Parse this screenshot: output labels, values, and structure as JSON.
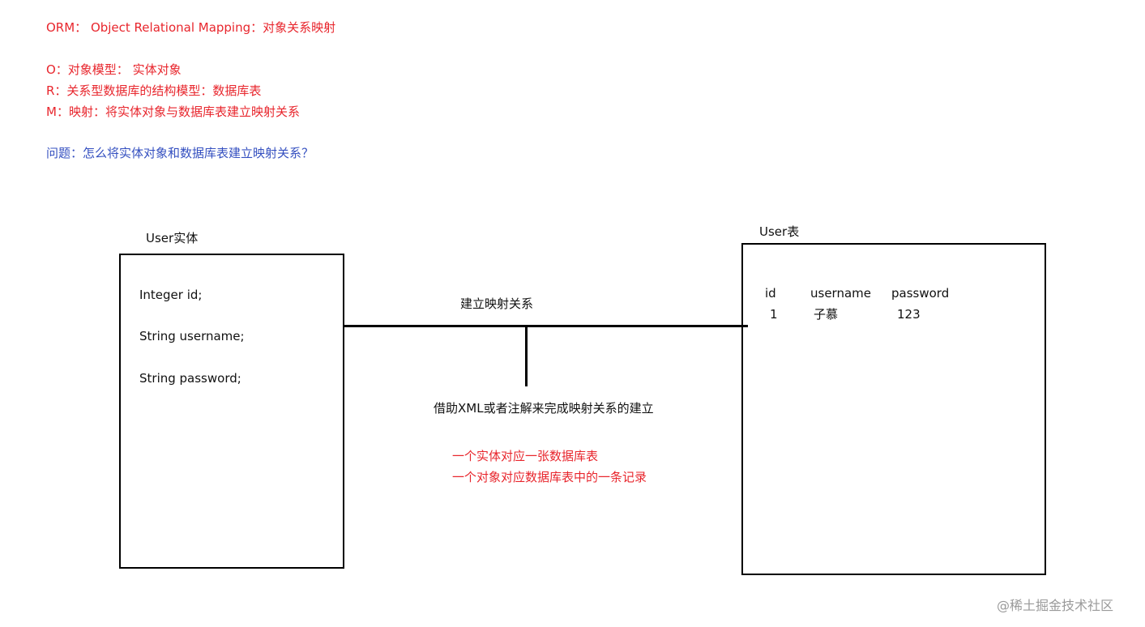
{
  "intro": {
    "orm_line": "ORM：  Object Relational Mapping：对象关系映射",
    "o_line": "O：对象模型：  实体对象",
    "r_line": "R：关系型数据库的结构模型：数据库表",
    "m_line": "M：映射：将实体对象与数据库表建立映射关系",
    "question": "问题：怎么将实体对象和数据库表建立映射关系？"
  },
  "entity": {
    "title": "User实体",
    "fields": [
      "Integer id;",
      "String username;",
      "String password;"
    ]
  },
  "table": {
    "title": "User表",
    "columns": [
      "id",
      "username",
      "password"
    ],
    "row": [
      "1",
      "子慕",
      "123"
    ]
  },
  "mapping": {
    "label": "建立映射关系",
    "means": "借助XML或者注解来完成映射关系的建立",
    "notes": [
      "一个实体对应一张数据库表",
      "一个对象对应数据库表中的一条记录"
    ]
  },
  "watermark": "@稀土掘金技术社区",
  "colors": {
    "red": "#e8262d",
    "blue": "#3550c0",
    "line": "#000000"
  }
}
